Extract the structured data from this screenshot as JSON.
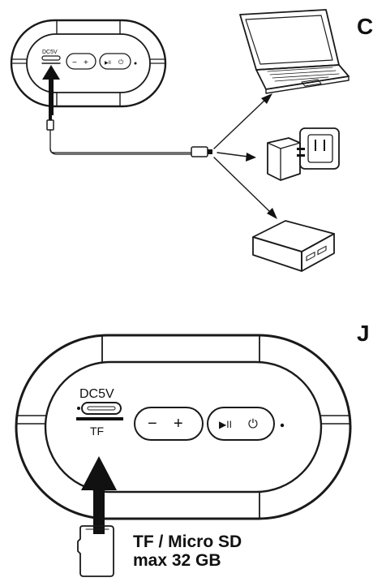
{
  "section_c": {
    "letter": "C",
    "port_label": "DC5V",
    "buttons": {
      "minus": "−",
      "plus": "+",
      "play_pause": "▶II",
      "power": "⏻"
    },
    "targets": [
      "laptop-icon",
      "wall-adapter-icon",
      "power-bank-icon"
    ]
  },
  "section_j": {
    "letter": "J",
    "port_label": "DC5V",
    "slot_label": "TF",
    "buttons": {
      "minus": "−",
      "plus": "+",
      "play_pause": "▶II",
      "power": "⏻"
    },
    "card_caption": {
      "line1": "TF / Micro SD",
      "line2": "max 32 GB"
    },
    "icon": "sd-card-icon"
  }
}
